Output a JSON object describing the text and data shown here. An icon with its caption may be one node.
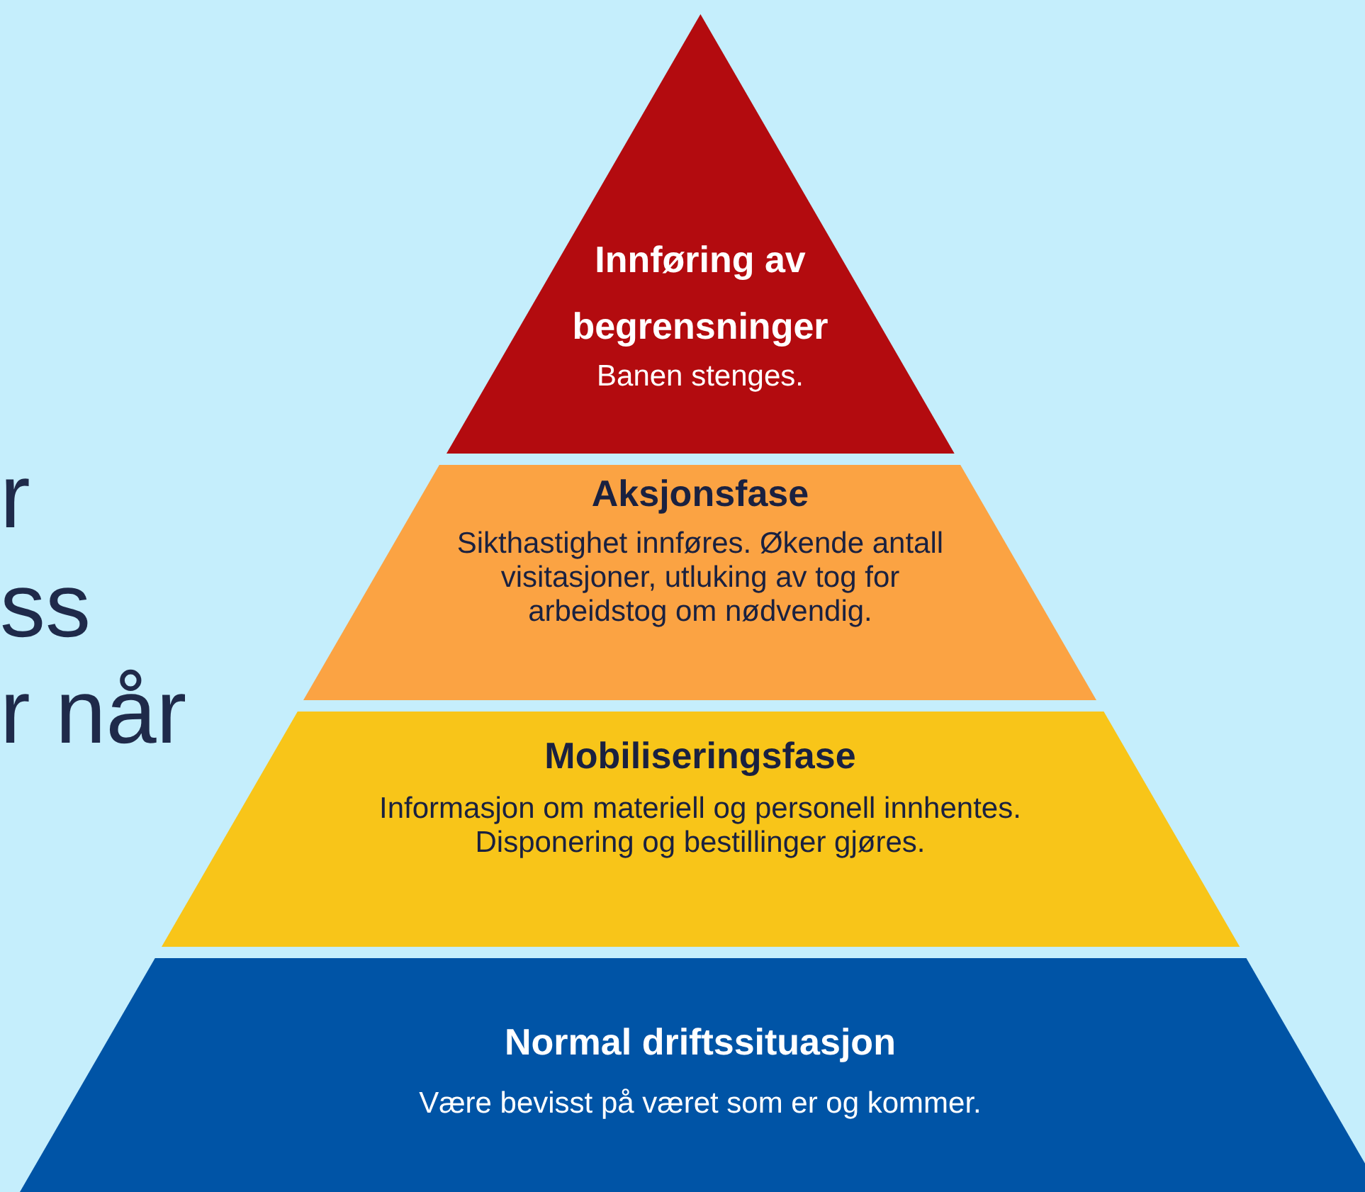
{
  "diagram": {
    "nodes": [
      {
        "text": [
          "Innføring av begrensninger",
          "Banen stenges."
        ]
      },
      {
        "text": [
          "Aksjonsfase",
          "Sikthastighet innføres. Økende antall visitasjoner, utluking av tog for arbeidstog om nødvendig."
        ]
      },
      {
        "text": [
          "Mobiliseringsfase",
          "Informasjon om materiell og personell innhentes. Disponering og bestillinger gjøres."
        ]
      },
      {
        "text": [
          "Normal driftssituasjon",
          "Være bevisst på været som er og kommer."
        ]
      }
    ],
    "labels": [
      "r",
      "ss",
      "r når"
    ]
  }
}
